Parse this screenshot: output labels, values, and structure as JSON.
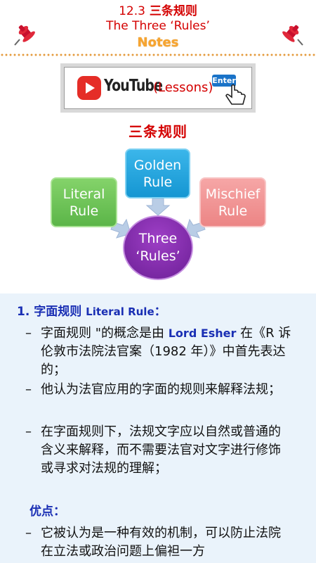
{
  "header": {
    "number": "12.3",
    "title_zh": "三条规则",
    "title_en": "The Three ‘Rules’",
    "notes": "Notes"
  },
  "banner": {
    "brand": "YouTube",
    "lessons": "(Lessons)",
    "enter": "Enter"
  },
  "subtitle": "三条规则",
  "diagram": {
    "golden_1": "Golden",
    "golden_2": "Rule",
    "literal_1": "Literal",
    "literal_2": "Rule",
    "mischief_1": "Mischief",
    "mischief_2": "Rule",
    "center_1": "Three",
    "center_2": "‘Rules’"
  },
  "section": {
    "title_zh": "1. 字面规则",
    "title_en": "Literal Rule",
    "title_colon": "：",
    "b1_pre": "字面规则 \"的概念是由 ",
    "b1_hl": "Lord Esher",
    "b1_post": " 在《R 诉伦敦市法院法官案（1982 年）》中首先表达的；",
    "b2": "他认为法官应用的字面的规则来解释法规；",
    "b3": "在字面规则下，法规文字应以自然或普通的含义来解释，而不需要法官对文字进行修饰或寻求对法规的理解；",
    "advantages": "优点：",
    "b4": "它被认为是一种有效的机制，可以防止法院在立法或政治问题上偏袒一方",
    "dash": "–"
  },
  "colors": {
    "accent_red": "#d40000",
    "heading_blue": "#1a2fb4",
    "notes_orange": "#f7a531"
  }
}
